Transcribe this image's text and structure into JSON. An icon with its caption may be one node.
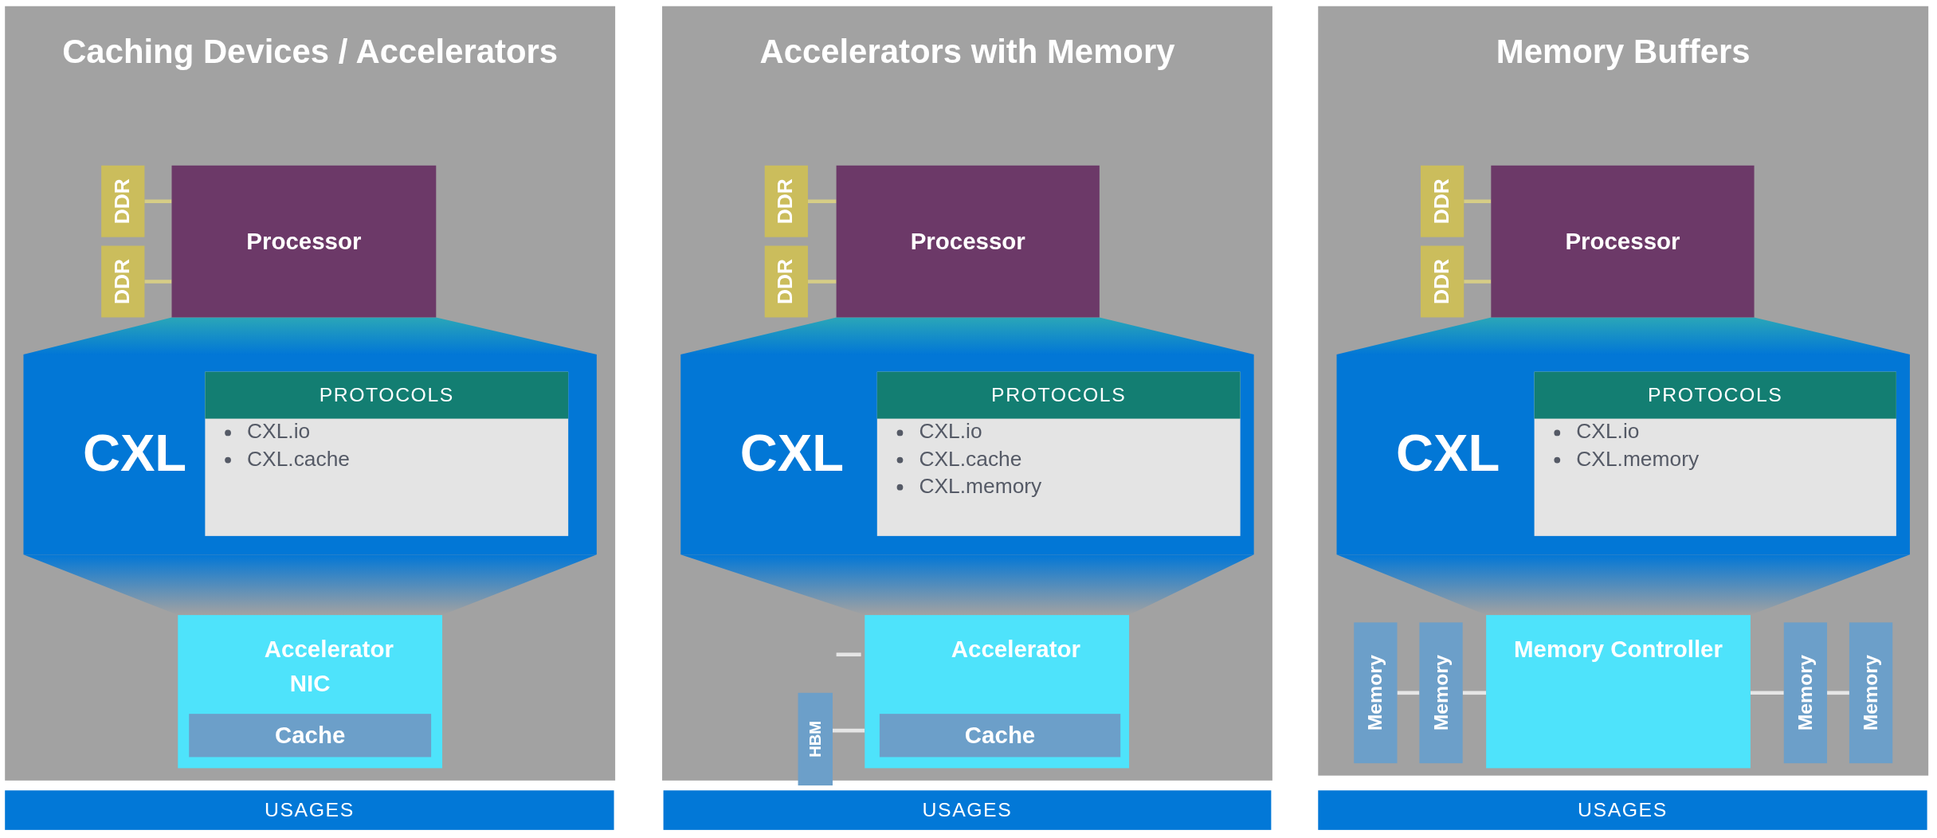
{
  "diagram": {
    "nodes": [
      {
        "text": [
          "Caching Devices / Accelerators"
        ]
      },
      {
        "text": [
          "DDR"
        ],
        "in": 0
      },
      {
        "text": [
          "DDR"
        ],
        "in": 0
      },
      {
        "text": [
          "Processor"
        ],
        "in": 0
      },
      {
        "text": [
          "CXL"
        ],
        "in": 0
      },
      {
        "text": [
          "PROTOCOLS",
          "CXL.io",
          "CXL.cache"
        ],
        "in": 4
      },
      {
        "text": [
          "Accelerator NIC"
        ],
        "in": 0
      },
      {
        "text": [
          "Cache"
        ],
        "in": 6
      },
      {
        "text": [
          "USAGES"
        ]
      },
      {
        "text": [
          "Accelerators with Memory"
        ]
      },
      {
        "text": [
          "DDR"
        ],
        "in": 9
      },
      {
        "text": [
          "DDR"
        ],
        "in": 9
      },
      {
        "text": [
          "Processor"
        ],
        "in": 9
      },
      {
        "text": [
          "CXL"
        ],
        "in": 9
      },
      {
        "text": [
          "PROTOCOLS",
          "CXL.io",
          "CXL.cache",
          "CXL.memory"
        ],
        "in": 13
      },
      {
        "text": [
          "Accelerator"
        ],
        "in": 9
      },
      {
        "text": [
          "Cache"
        ],
        "in": 15
      },
      {
        "text": [
          "HBM"
        ],
        "in": 9
      },
      {
        "text": [
          "USAGES"
        ]
      },
      {
        "text": [
          "Memory Buffers"
        ]
      },
      {
        "text": [
          "DDR"
        ],
        "in": 19
      },
      {
        "text": [
          "DDR"
        ],
        "in": 19
      },
      {
        "text": [
          "Processor"
        ],
        "in": 19
      },
      {
        "text": [
          "CXL"
        ],
        "in": 19
      },
      {
        "text": [
          "PROTOCOLS",
          "CXL.io",
          "CXL.memory"
        ],
        "in": 23
      },
      {
        "text": [
          "Memory"
        ],
        "in": 19
      },
      {
        "text": [
          "Memory"
        ],
        "in": 19
      },
      {
        "text": [
          "Memory Controller"
        ],
        "in": 19
      },
      {
        "text": [
          "Memory"
        ],
        "in": 19
      },
      {
        "text": [
          "Memory"
        ],
        "in": 19
      },
      {
        "text": [
          "USAGES"
        ]
      },
      {
        "text": [],
        "shape": "trapezoid",
        "in": 0
      },
      {
        "text": [],
        "shape": "trapezoid",
        "in": 0
      },
      {
        "text": [],
        "shape": "trapezoid",
        "in": 9
      },
      {
        "text": [],
        "shape": "trapezoid",
        "in": 9
      },
      {
        "text": [],
        "shape": "trapezoid",
        "in": 19
      },
      {
        "text": [],
        "shape": "trapezoid",
        "in": 19
      }
    ],
    "edges": [
      {
        "from": 1,
        "to": 3,
        "arrow": "none"
      },
      {
        "from": 2,
        "to": 3,
        "arrow": "none"
      },
      {
        "from": 10,
        "to": 12,
        "arrow": "none"
      },
      {
        "from": 11,
        "to": 12,
        "arrow": "none"
      },
      {
        "from": null,
        "to": 15,
        "arrow": "none",
        "color": "#e6e6e6"
      },
      {
        "from": 17,
        "to": 15,
        "arrow": "none",
        "color": "#e6e6e6"
      },
      {
        "from": 20,
        "to": 22,
        "arrow": "none"
      },
      {
        "from": 21,
        "to": 22,
        "arrow": "none"
      },
      {
        "from": 25,
        "to": 26,
        "arrow": "none",
        "color": "#e6e6e6"
      },
      {
        "from": 26,
        "to": 27,
        "arrow": "none",
        "color": "#e6e6e6"
      },
      {
        "from": 27,
        "to": 28,
        "arrow": "none",
        "color": "#e6e6e6"
      },
      {
        "from": 28,
        "to": 29,
        "arrow": "none",
        "color": "#e6e6e6"
      }
    ]
  }
}
